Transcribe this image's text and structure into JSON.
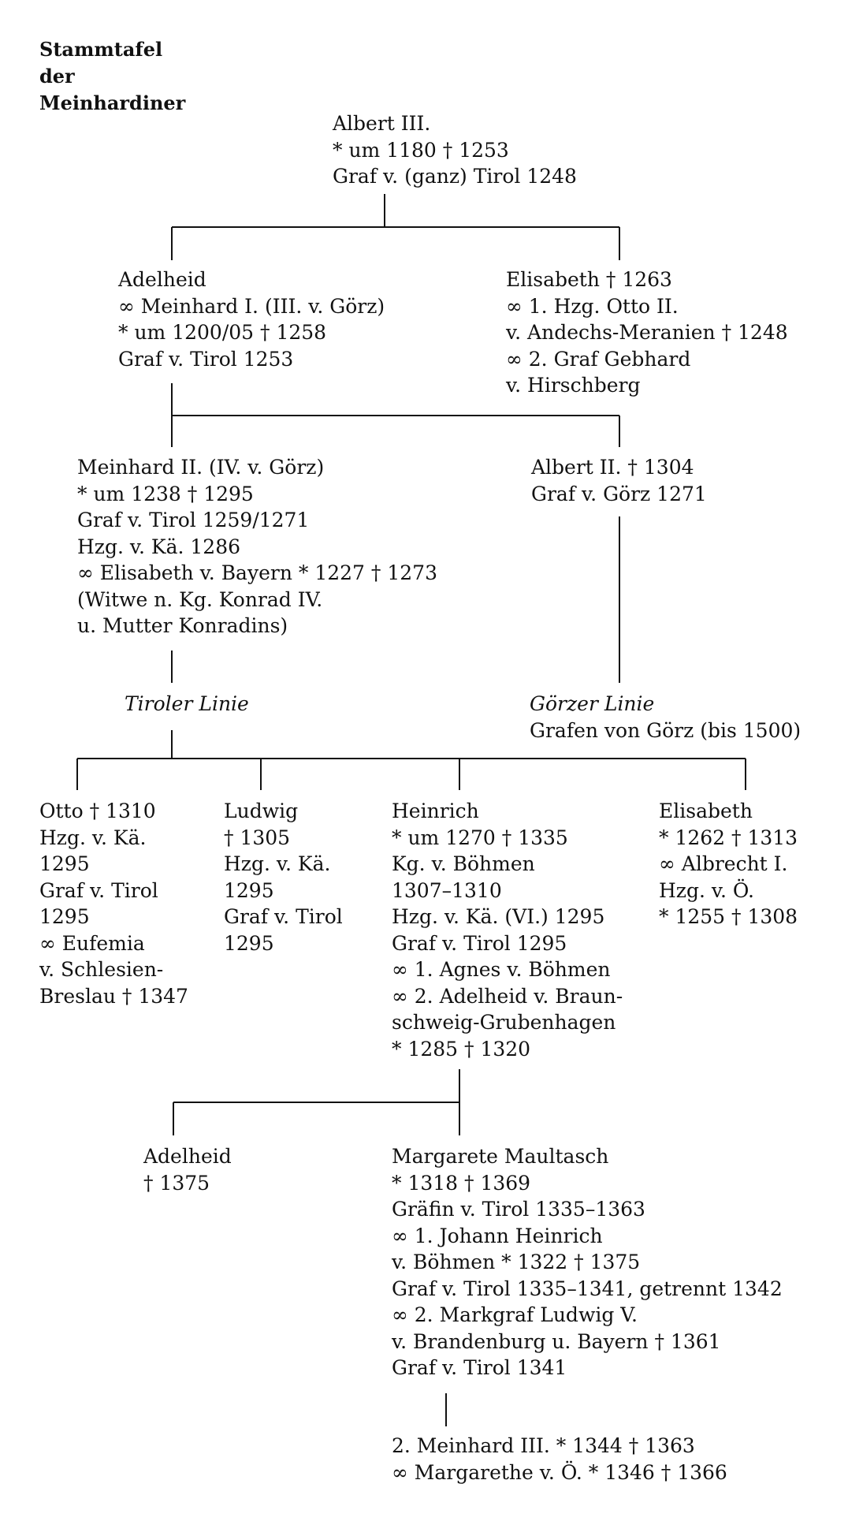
{
  "title": [
    "Stammtafel",
    "der",
    "Meinhardiner"
  ],
  "persons": {
    "albert3": [
      "Albert III.",
      "* um 1180  † 1253",
      "Graf v. (ganz) Tirol 1248"
    ],
    "adelheid1": [
      "Adelheid",
      "∞ Meinhard I. (III. v. Görz)",
      "* um 1200/05  † 1258",
      "Graf v. Tirol 1253"
    ],
    "elisabeth1": [
      "Elisabeth  † 1263",
      "∞ 1. Hzg. Otto II.",
      "v. Andechs-Meranien † 1248",
      "∞ 2. Graf Gebhard",
      "v. Hirschberg"
    ],
    "meinhard2": [
      "Meinhard II. (IV. v. Görz)",
      "* um 1238  † 1295",
      "Graf v. Tirol 1259/1271",
      "Hzg. v. Kä. 1286",
      "∞ Elisabeth v. Bayern * 1227  † 1273",
      "(Witwe n. Kg. Konrad IV.",
      "u. Mutter Konradins)"
    ],
    "albert2": [
      "Albert II. † 1304",
      "Graf v. Görz 1271"
    ],
    "otto": [
      "Otto  † 1310",
      "Hzg. v. Kä.",
      "1295",
      "Graf v. Tirol",
      "1295",
      "∞ Eufemia",
      "v. Schlesien-",
      "Breslau  † 1347"
    ],
    "ludwig": [
      "Ludwig",
      "† 1305",
      "Hzg. v. Kä.",
      "1295",
      "Graf v. Tirol",
      "1295"
    ],
    "heinrich": [
      "Heinrich",
      "* um 1270  † 1335",
      "Kg. v. Böhmen",
      "1307–1310",
      "Hzg. v. Kä. (VI.) 1295",
      "Graf v. Tirol 1295",
      "∞ 1. Agnes v. Böhmen",
      "∞ 2. Adelheid v. Braun-",
      "schweig-Grubenhagen",
      "* 1285  † 1320"
    ],
    "elisabeth2": [
      "Elisabeth",
      "* 1262  † 1313",
      "∞ Albrecht I.",
      "Hzg. v. Ö.",
      "* 1255  † 1308"
    ],
    "adelheid2": [
      "Adelheid",
      "† 1375"
    ],
    "margarete": [
      "Margarete Maultasch",
      "* 1318  † 1369",
      "Gräfin v. Tirol 1335–1363",
      "∞ 1. Johann Heinrich",
      "v. Böhmen  * 1322  † 1375",
      "Graf v. Tirol 1335–1341, getrennt 1342",
      "∞ 2. Markgraf Ludwig V.",
      "v. Brandenburg u. Bayern † 1361",
      "Graf v. Tirol 1341"
    ],
    "meinhard3": [
      "2. Meinhard III.  * 1344  † 1363",
      "∞ Margarethe v. Ö.  * 1346  † 1366"
    ]
  },
  "lineages": {
    "tiroler": {
      "name": "Tiroler Linie"
    },
    "goerzer": {
      "name": "Görzer Linie",
      "subtitle": "Grafen von Görz (bis 1500)"
    }
  }
}
